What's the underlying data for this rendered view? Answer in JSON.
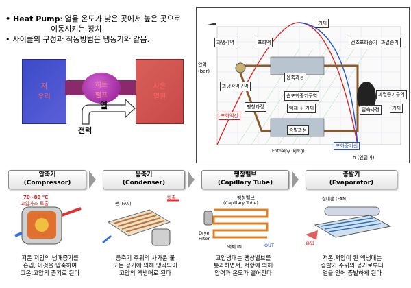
{
  "bullets": [
    {
      "label": "Heat Pump",
      "text": ": 열을 온도가 낮은 곳에서 높은 곳으로"
    },
    {
      "label": "",
      "text": "이동시키는 장치"
    },
    {
      "label": "",
      "text": "사이클의 구성과 작동방법은 냉동기와 같음."
    }
  ],
  "heat_pump": {
    "low_source": "저\n우리",
    "pump": "히트\n펌프",
    "high_source": "사온\n열원",
    "heat_label": "열",
    "power_label": "전력"
  },
  "ph_chart": {
    "top_labels": [
      "과냉각역",
      "포화액",
      "기체",
      "건조포화증기",
      "과열증기"
    ],
    "inner_labels": [
      "응축과정",
      "과냉각역구역",
      "습포화증기구역",
      "팽창과정",
      "액체 + 기체",
      "압축과정",
      "증발과정",
      "과열증기구역",
      "기체"
    ],
    "sat_liquid": "포화액선",
    "sat_vapor": "포화증기선",
    "y_axis": "압력(bar)",
    "x_axis": "h (엔탈피)",
    "x_sub": "Enthalpy (kJ/kg)"
  },
  "steps": [
    {
      "title": "압축기",
      "subtitle": "(Compressor)",
      "desc": [
        "저온 저압의 냉매증기를",
        "흡입, 이것을 압축하여",
        "고온,고압의 증기로 된다"
      ]
    },
    {
      "title": "응축기",
      "subtitle": "(Condenser)",
      "desc": [
        "응축기 주위의 차가운 물",
        "또는 공기에 의해 냉각되어",
        "고압의 액냉매로 된다"
      ]
    },
    {
      "title": "팽창밸브",
      "subtitle": "(Capillary Tube)",
      "desc": [
        "고압냉매는 팽창밸브를",
        "통과하면서, 저항에 의해",
        "압력과 온도가 떨어진다"
      ]
    },
    {
      "title": "증발기",
      "subtitle": "(Evaporator)",
      "desc": [
        "저온,저압이 된 액냉매는",
        "증발기 주위의 공기로부터",
        "열을 얻어 증발하게 된다"
      ]
    }
  ],
  "illus_labels": {
    "comp_temp": "70~80 ℃",
    "comp_gas": "고압가스 토출",
    "cond_fan": "팬 (FAN)",
    "cond_out": "방출",
    "cap_label": "팽창밸브",
    "cap_sub": "(Capillary Tube)",
    "dryer": "Dryer\nFilter",
    "in": "액체 IN",
    "out": "OUT",
    "evap_fan": "실내팬 (FAN)",
    "evap_in": "흡입"
  }
}
